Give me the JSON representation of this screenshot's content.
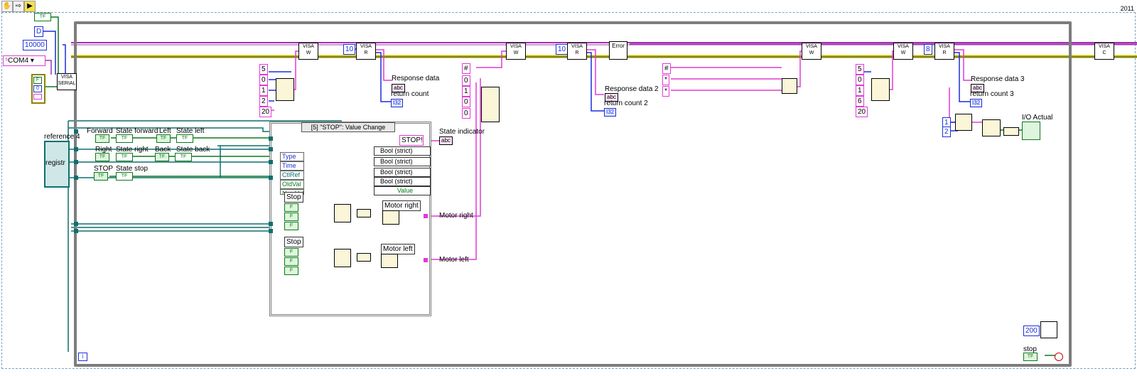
{
  "toolbar": {
    "version": "2011"
  },
  "inputs": {
    "tf_const": "TF",
    "d_const": "D",
    "baud": "10000",
    "port": "COM4",
    "zero": "0"
  },
  "loop": {
    "write_counts": [
      "5",
      "0",
      "1",
      "2",
      "20"
    ],
    "write_counts_b": [
      "5",
      "0",
      "1",
      "6",
      "20"
    ],
    "read_count_1": "10",
    "read_count_2": "10",
    "read_count_3": "8",
    "hash_consts": [
      "#",
      "0",
      "1",
      "0",
      "0"
    ],
    "hash_consts_b": [
      "#",
      "*",
      "*"
    ],
    "const_1": "1",
    "const_2": "2",
    "wait_ms": "200"
  },
  "labels": {
    "response_data": "Response data",
    "return_count": "return count",
    "response_data_2": "Response data 2",
    "return_count_2": "return count 2",
    "response_data_3": "Response data 3",
    "return_count_3": "return count 3",
    "io_actual": "I/O Actual",
    "state_indicator": "State indicator",
    "motor_right_out": "Motor right",
    "motor_left_out": "Motor left",
    "stop": "stop",
    "reference": "reference 4",
    "reg": "registr"
  },
  "controls": {
    "forward": "Forward",
    "state_forward": "State forward",
    "left": "Left",
    "state_left": "State left",
    "right": "Right",
    "state_right": "State right",
    "back": "Back",
    "state_back": "State back",
    "stop": "STOP",
    "state_stop": "State stop"
  },
  "case": {
    "header": "[5] \"STOP\": Value Change",
    "stop_const": "STOP!",
    "fields": [
      "Type",
      "Time",
      "CtlRef",
      "OldVal",
      "NewVal"
    ],
    "bools": [
      "Bool (strict)",
      "Bool (strict)",
      "Bool (strict)",
      "Bool (strict)"
    ],
    "value": "Value",
    "stop_label_1": "Stop",
    "stop_label_2": "Stop",
    "motor_right": "Motor right",
    "motor_left": "Motor left"
  },
  "indicators": {
    "abc": "abc",
    "i32": "I32",
    "tf": "TF",
    "f": "F",
    "error": "Error"
  }
}
